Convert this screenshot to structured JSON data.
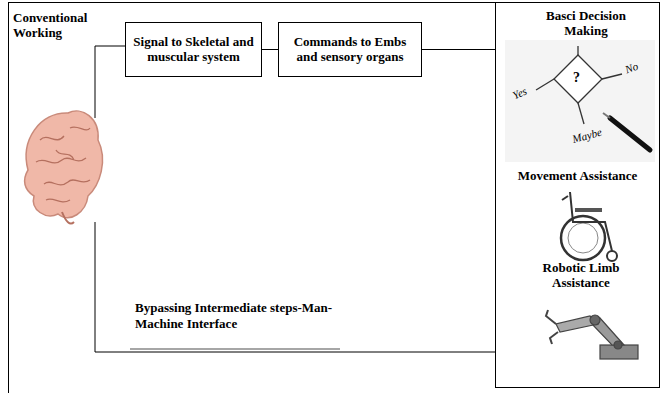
{
  "diagram": {
    "nodes": [
      {
        "text": [
          "Conventional Working"
        ]
      },
      {
        "text": [
          "Signal to Skeletal and muscular system"
        ],
        "in": 0
      },
      {
        "text": [
          "Commands to Embs and sensory organs"
        ],
        "in": 0
      },
      {
        "text": [
          "Basci Decision Making",
          "Movement Assistance",
          "Robotic Limb Assistance"
        ]
      }
    ],
    "edges": [
      {
        "from": 1,
        "to": 2,
        "arrow": "none"
      },
      {
        "from": 2,
        "to": 3,
        "arrow": "none"
      }
    ],
    "labels": [
      "Bypassing Intermediate steps-Man-Machine Interface",
      "Yes",
      "?",
      "No",
      "Maybe"
    ]
  }
}
